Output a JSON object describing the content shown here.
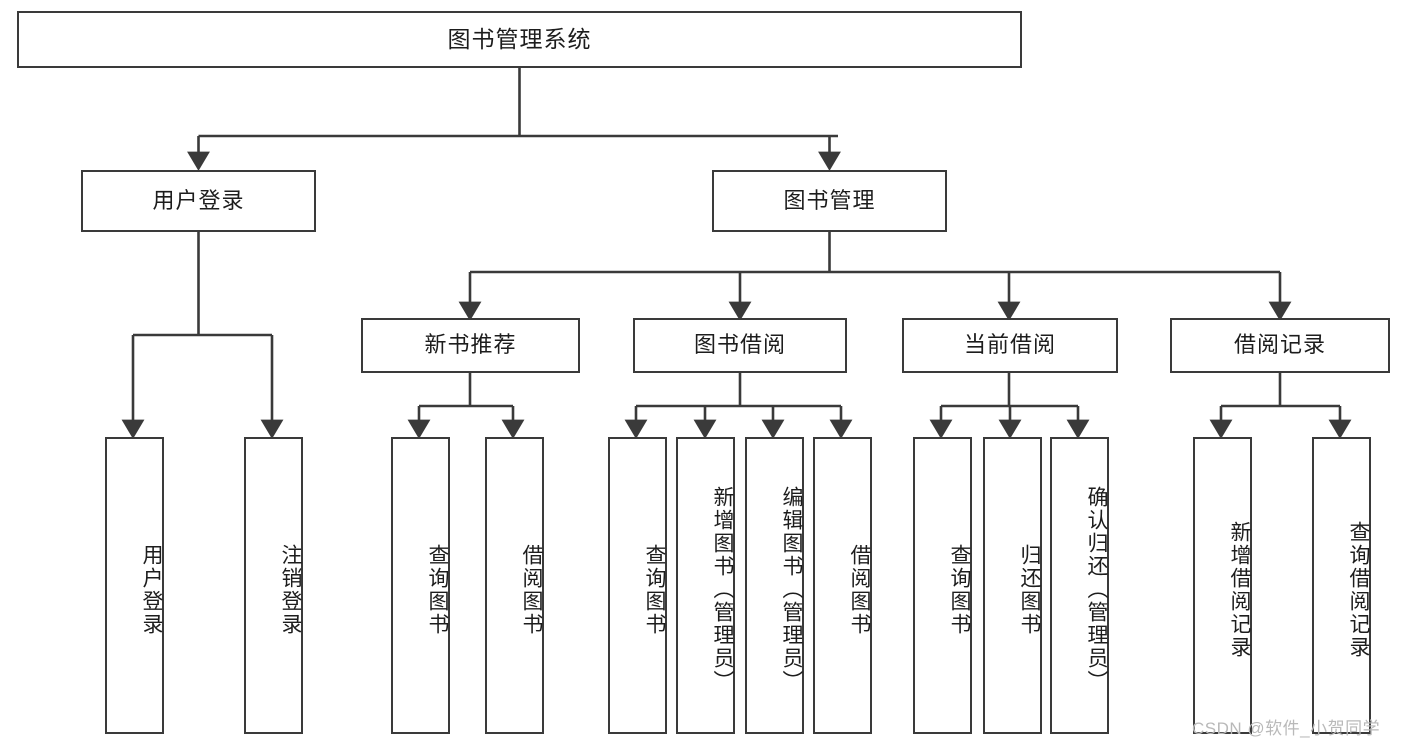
{
  "diagram": {
    "title": "图书管理系统",
    "type": "tree-hierarchy-chart",
    "root": {
      "label": "图书管理系统"
    },
    "level2": [
      {
        "label": "用户登录"
      },
      {
        "label": "图书管理"
      }
    ],
    "level3": [
      {
        "label": "新书推荐"
      },
      {
        "label": "图书借阅"
      },
      {
        "label": "当前借阅"
      },
      {
        "label": "借阅记录"
      }
    ],
    "leaves": [
      {
        "label": "用户登录",
        "parent": "用户登录"
      },
      {
        "label": "注销登录",
        "parent": "用户登录"
      },
      {
        "label": "查询图书",
        "parent": "新书推荐"
      },
      {
        "label": "借阅图书",
        "parent": "新书推荐"
      },
      {
        "label": "查询图书",
        "parent": "图书借阅"
      },
      {
        "label": "新增图书（管理员）",
        "parent": "图书借阅"
      },
      {
        "label": "编辑图书（管理员）",
        "parent": "图书借阅"
      },
      {
        "label": "借阅图书",
        "parent": "图书借阅"
      },
      {
        "label": "查询图书",
        "parent": "当前借阅"
      },
      {
        "label": "归还图书",
        "parent": "当前借阅"
      },
      {
        "label": "确认归还（管理员）",
        "parent": "当前借阅"
      },
      {
        "label": "新增借阅记录",
        "parent": "借阅记录"
      },
      {
        "label": "查询借阅记录",
        "parent": "借阅记录"
      }
    ],
    "watermark": "CSDN @软件_小贺同学",
    "colors": {
      "stroke": "#3a3a3a",
      "fill": "#ffffff",
      "text": "#1d1d1d",
      "watermark": "#b9b9b9"
    }
  }
}
